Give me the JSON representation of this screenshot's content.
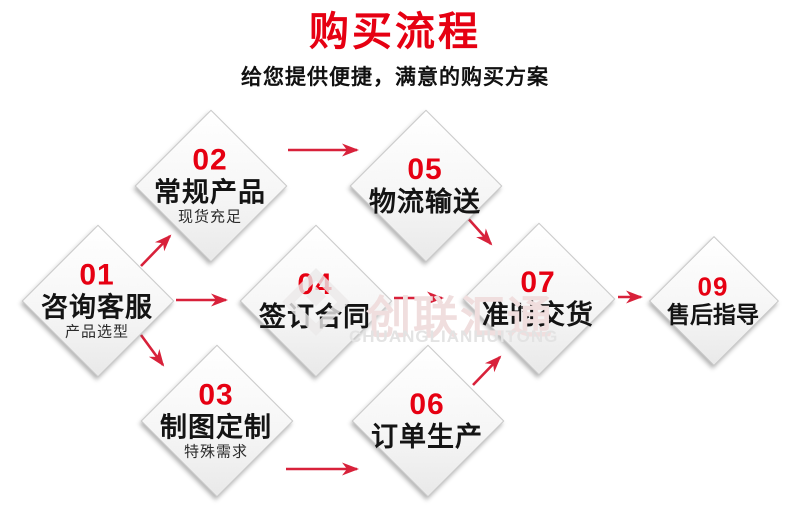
{
  "header": {
    "title": "购买流程",
    "subtitle": "给您提供便捷，满意的购买方案"
  },
  "nodes": [
    {
      "number": "01",
      "title": "咨询客服",
      "subtitle": "产品选型"
    },
    {
      "number": "02",
      "title": "常规产品",
      "subtitle": "现货充足"
    },
    {
      "number": "03",
      "title": "制图定制",
      "subtitle": "特殊需求"
    },
    {
      "number": "04",
      "title": "签订合同",
      "subtitle": ""
    },
    {
      "number": "05",
      "title": "物流输送",
      "subtitle": ""
    },
    {
      "number": "06",
      "title": "订单生产",
      "subtitle": ""
    },
    {
      "number": "07",
      "title": "准时交货",
      "subtitle": ""
    },
    {
      "number": "09",
      "title": "售后指导",
      "subtitle": ""
    }
  ],
  "edges": [
    {
      "from": "01",
      "to": "02"
    },
    {
      "from": "01",
      "to": "04"
    },
    {
      "from": "01",
      "to": "03"
    },
    {
      "from": "02",
      "to": "05"
    },
    {
      "from": "03",
      "to": "06"
    },
    {
      "from": "04",
      "to": "07"
    },
    {
      "from": "05",
      "to": "07"
    },
    {
      "from": "06",
      "to": "07"
    },
    {
      "from": "07",
      "to": "09"
    }
  ],
  "watermark": {
    "cn": "创联汇通",
    "en": "CHUANGLIANHUITONG"
  },
  "colors": {
    "title_red": "#e60012",
    "arrow_red": "#d8213a",
    "node_border": "#c9c9c9",
    "text_dark": "#141414"
  }
}
